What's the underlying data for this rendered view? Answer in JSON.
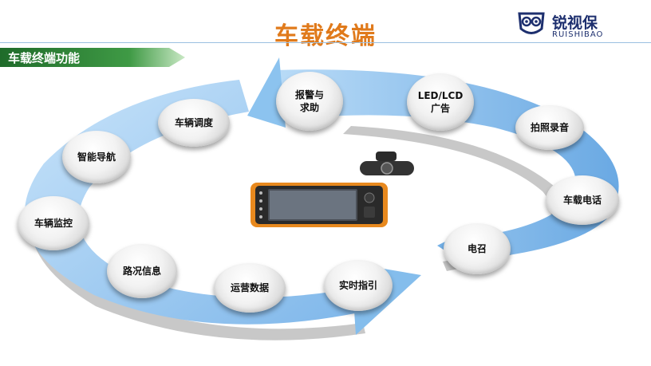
{
  "title": "车载终端",
  "logo": {
    "name": "锐视保",
    "sub": "RUISHIBAO"
  },
  "section_label": "车载终端功能",
  "colors": {
    "title": "#e07a1b",
    "banner": "#2e7d32",
    "ring": "#9fcdf2",
    "ring_dark": "#6aa9e3",
    "logo": "#1d2f6e"
  },
  "nodes": {
    "alarm": "报警与\n求助",
    "led": "LED/LCD\n广告",
    "photo": "拍照录音",
    "phone": "车载电话",
    "call": "电召",
    "guide": "实时指引",
    "ops": "运营数据",
    "road": "路况信息",
    "monitor": "车辆监控",
    "nav": "智能导航",
    "dispatch": "车辆调度"
  },
  "icons": {
    "logo": "owl-shield-logo-icon",
    "device": "vehicle-terminal-device-icon",
    "camera": "dash-camera-icon"
  }
}
